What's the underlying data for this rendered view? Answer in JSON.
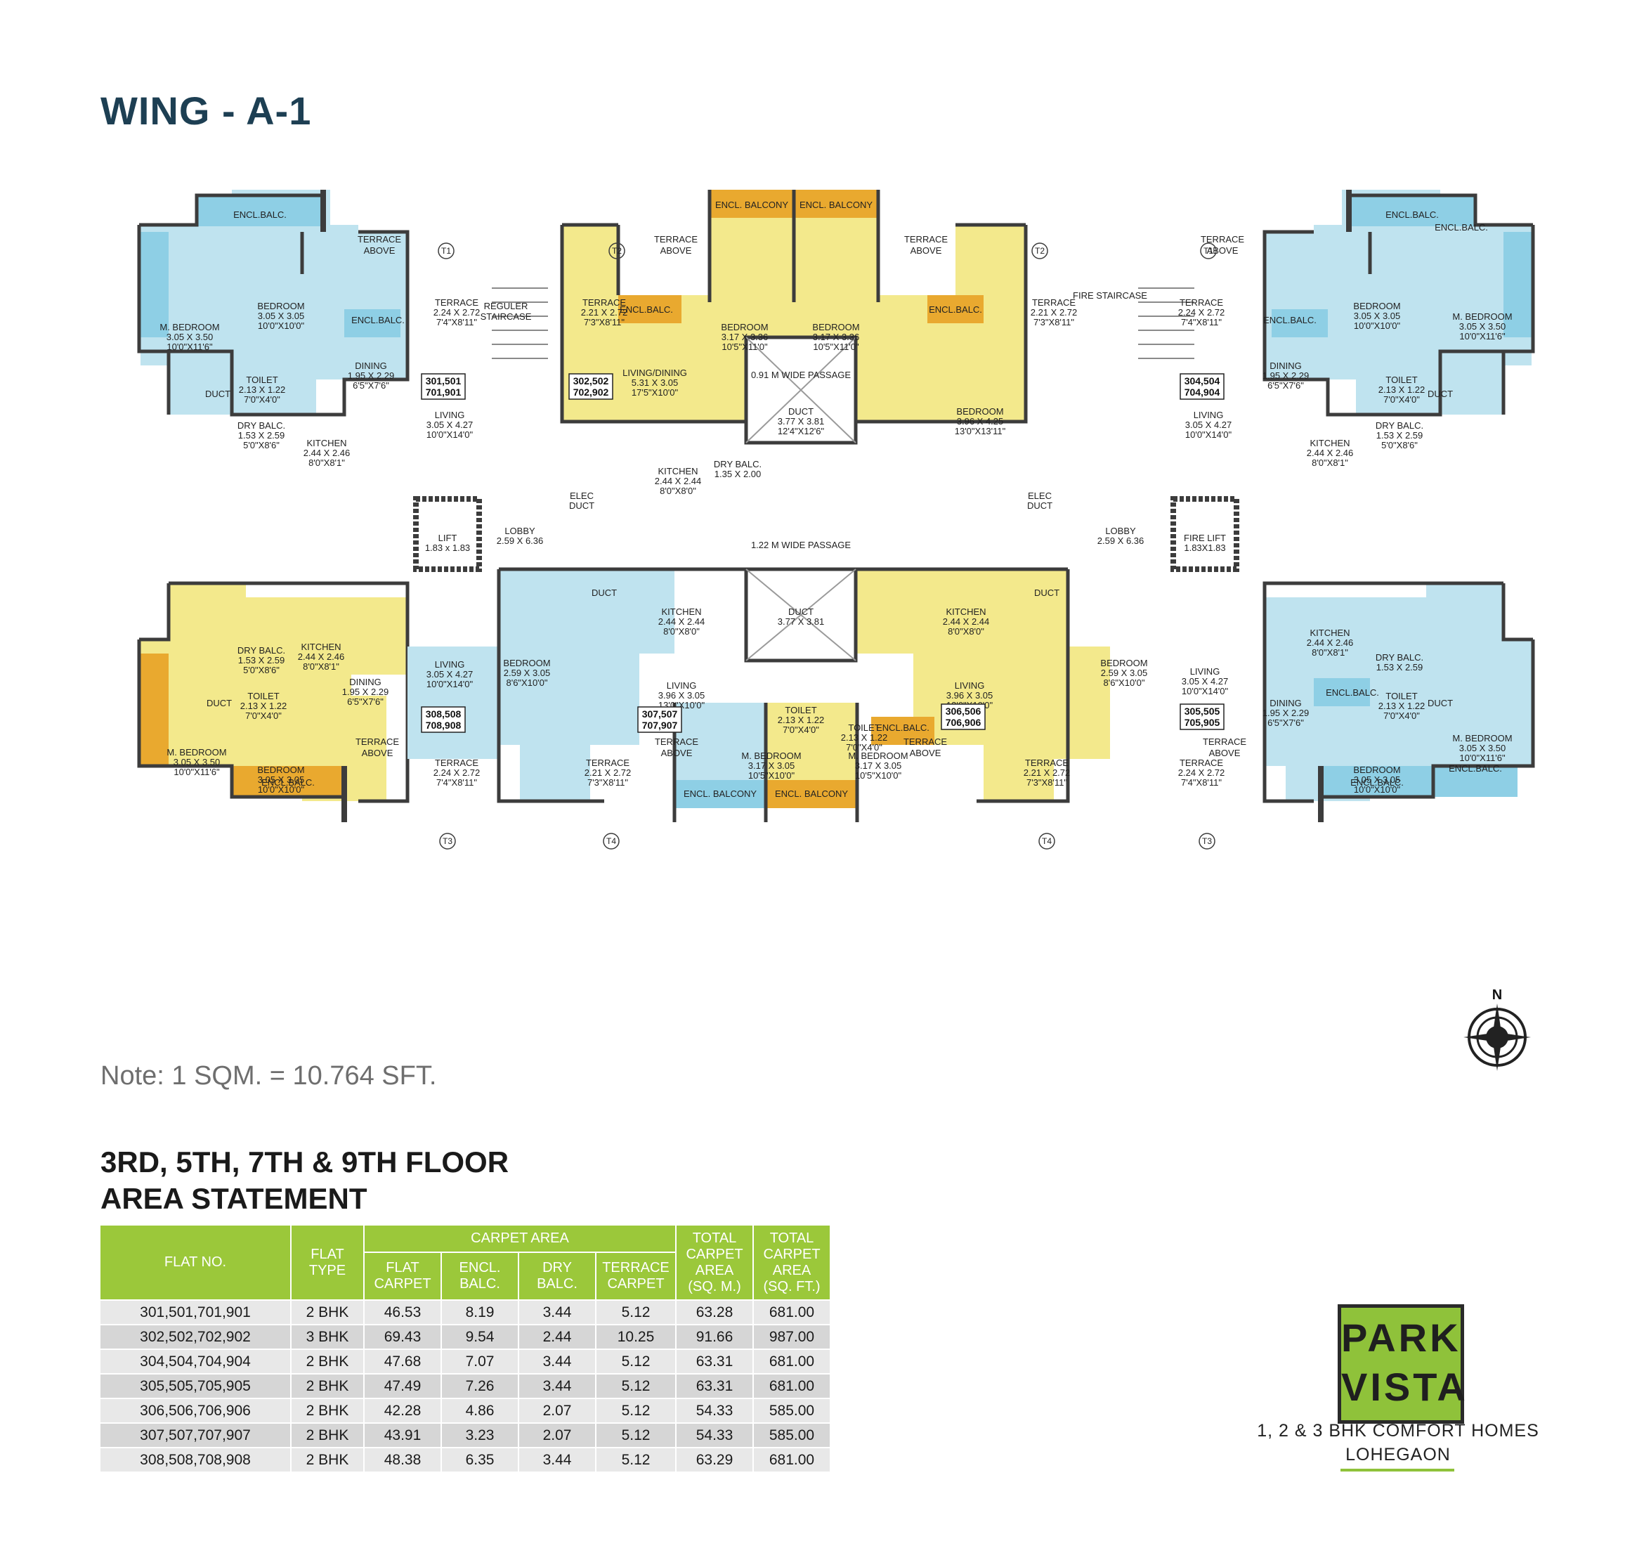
{
  "title": "WING - A-1",
  "plan": {
    "labels": {
      "encl_balc": "ENCL.BALC.",
      "encl_balcony": "ENCL. BALCONY",
      "terrace_above": [
        "TERRACE",
        "ABOVE"
      ],
      "m_bedroom": "M. BEDROOM",
      "m_bedroom_size": "3.05 X 3.50",
      "m_bedroom_ft": "10'0\"X11'6\"",
      "bedroom": "BEDROOM",
      "bedroom_size": "3.05 X 3.05",
      "bedroom_ft": "10'0\"X10'0\"",
      "terrace": "TERRACE",
      "terrace_size": "2.24 X 2.72",
      "terrace_ft": "7'4\"X8'11\"",
      "dining": "DINING",
      "dining_size": "1.95 X 2.29",
      "dining_ft": "6'5\"X7'6\"",
      "toilet": "TOILET",
      "toilet_size": "2.13 X 1.22",
      "toilet_ft": "7'0\"X4'0\"",
      "duct": "DUCT",
      "living": "LIVING",
      "living_size": "3.05 X 4.27",
      "living_ft": "10'0\"X14'0\"",
      "kitchen": "KITCHEN",
      "kitchen_size": "2.44 X 2.46",
      "kitchen_ft": "8'0\"X8'1\"",
      "dry_balc": "DRY BALC.",
      "dry_balc_size": "1.53 X 2.59",
      "dry_balc_ft": "5'0\"X8'6\"",
      "t1": "T1",
      "t2": "T2",
      "t3": "T3",
      "t4": "T4",
      "reguler_staircase": [
        "REGULER",
        "STAIRCASE"
      ],
      "fire_staircase": "FIRE STAIRCASE",
      "passage_091": "0.91 M WIDE PASSAGE",
      "passage_122": "1.22 M WIDE PASSAGE",
      "duct_center": "DUCT",
      "duct_center_size": "3.77 X 3.81",
      "duct_center_ft": "12'4\"X12'6\"",
      "lift": "LIFT",
      "lift_size": "1.83 x 1.83",
      "fire_lift": "FIRE LIFT",
      "fire_lift_size": "1.83X1.83",
      "lobby": "LOBBY",
      "lobby_size": "2.59 X 6.36",
      "elec_duct": [
        "ELEC",
        "DUCT"
      ],
      "living_dining": "LIVING/DINING",
      "living_dining_size": "5.31 X 3.05",
      "living_dining_ft": "17'5\"X10'0\"",
      "bedroom_317": "3.17 X 3.36",
      "bedroom_317_ft": "10'5\"X11'0\"",
      "bedroom_396": "3.96 X 4.25",
      "bedroom_396_ft": "13'0\"X13'11\"",
      "kitchen_244": "2.44 X 2.44",
      "kitchen_244_ft": "8'0\"X8'0\"",
      "dry_balc_135": "1.35 X 2.00",
      "bedroom_259": "2.59 X 3.05",
      "bedroom_259_ft": "8'6\"X10'0\"",
      "living_396": "3.96 X 3.05",
      "living_396_ft": "13'0\"X10'0\"",
      "m_bedroom_317": "3.17 X 3.05",
      "m_bedroom_317_ft": "10'5\"X10'0\"",
      "terrace_221": "2.21 X 2.72",
      "terrace_221_ft": "7'3\"X8'11\""
    },
    "flat_tags": {
      "f301": [
        "301,501",
        "701,901"
      ],
      "f302": [
        "302,502",
        "702,902"
      ],
      "f304": [
        "304,504",
        "704,904"
      ],
      "f305": [
        "305,505",
        "705,905"
      ],
      "f306": [
        "306,506",
        "706,906"
      ],
      "f307": [
        "307,507",
        "707,907"
      ],
      "f308": [
        "308,508",
        "708,908"
      ]
    },
    "colors": {
      "blue": "#bfe3ef",
      "blue_balc": "#8ecfe5",
      "yellow": "#f3e98c",
      "yellow_balc": "#e9a92f",
      "wall": "#3c3c3c"
    }
  },
  "compass_label": "N",
  "note": "Note: 1  SQM. = 10.764 SFT.",
  "floor_heading": {
    "line1": "3RD, 5TH, 7TH & 9TH FLOOR",
    "line2": "AREA STATEMENT"
  },
  "table": {
    "headers": {
      "flat_no": "FLAT NO.",
      "flat_type": [
        "FLAT",
        "TYPE"
      ],
      "carpet_area": "CARPET AREA",
      "flat_carpet": [
        "FLAT",
        "CARPET"
      ],
      "encl_balc": [
        "ENCL.",
        "BALC."
      ],
      "dry_balc": [
        "DRY",
        "BALC."
      ],
      "terrace_carpet": [
        "TERRACE",
        "CARPET"
      ],
      "total_sqm": [
        "TOTAL",
        "CARPET",
        "AREA",
        "(SQ. M.)"
      ],
      "total_sqft": [
        "TOTAL",
        "CARPET",
        "AREA",
        "(SQ. FT.)"
      ]
    },
    "rows": [
      [
        "301,501,701,901",
        "2 BHK",
        "46.53",
        "8.19",
        "3.44",
        "5.12",
        "63.28",
        "681.00"
      ],
      [
        "302,502,702,902",
        "3 BHK",
        "69.43",
        "9.54",
        "2.44",
        "10.25",
        "91.66",
        "987.00"
      ],
      [
        "304,504,704,904",
        "2 BHK",
        "47.68",
        "7.07",
        "3.44",
        "5.12",
        "63.31",
        "681.00"
      ],
      [
        "305,505,705,905",
        "2 BHK",
        "47.49",
        "7.26",
        "3.44",
        "5.12",
        "63.31",
        "681.00"
      ],
      [
        "306,506,706,906",
        "2 BHK",
        "42.28",
        "4.86",
        "2.07",
        "5.12",
        "54.33",
        "585.00"
      ],
      [
        "307,507,707,907",
        "2 BHK",
        "43.91",
        "3.23",
        "2.07",
        "5.12",
        "54.33",
        "585.00"
      ],
      [
        "308,508,708,908",
        "2 BHK",
        "48.38",
        "6.35",
        "3.44",
        "5.12",
        "63.29",
        "681.00"
      ]
    ]
  },
  "logo": {
    "line1": "PARK",
    "line2": "VISTA"
  },
  "tagline": "1, 2 & 3 BHK COMFORT HOMES",
  "location": "LOHEGAON"
}
